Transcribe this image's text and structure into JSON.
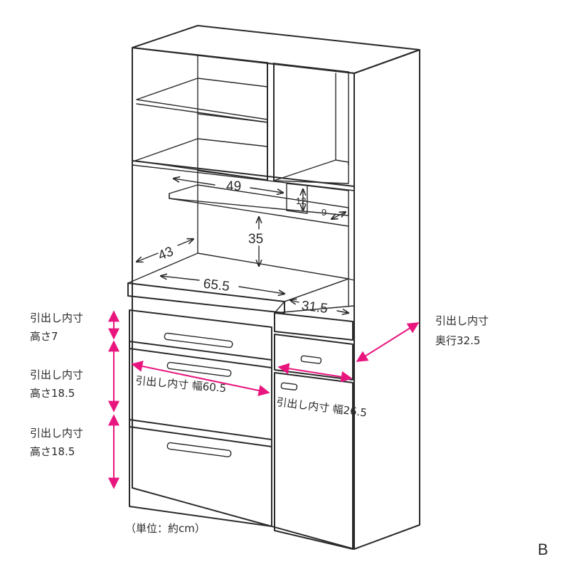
{
  "figure": {
    "variant_label": "B",
    "unit_note": "（単位：約cm）"
  },
  "dimensions": {
    "shelf_width": "49",
    "shelf_height": "12",
    "shelf_depth": "9",
    "depth": "43",
    "clearance_height": "35",
    "counter_width": "65.5",
    "right_counter_width": "31.5"
  },
  "drawer_labels": {
    "top_left_drawer": {
      "title": "引出し内寸",
      "value": "高さ7"
    },
    "middle_left_drawer": {
      "title": "引出し内寸",
      "value": "高さ18.5"
    },
    "bottom_left_drawer": {
      "title": "引出し内寸",
      "value": "高さ18.5"
    },
    "right_drawer_depth": {
      "title": "引出し内寸",
      "value": "奥行32.5"
    },
    "left_drawer_width": "引出し内寸 幅60.5",
    "right_drawer_width": "引出し内寸 幅26.5"
  },
  "colors": {
    "accent_arrow": "#e8157e",
    "line": "#2a2a2a",
    "side_panel": "#f2f2f2",
    "inner_shade": "#f7f7f7"
  }
}
